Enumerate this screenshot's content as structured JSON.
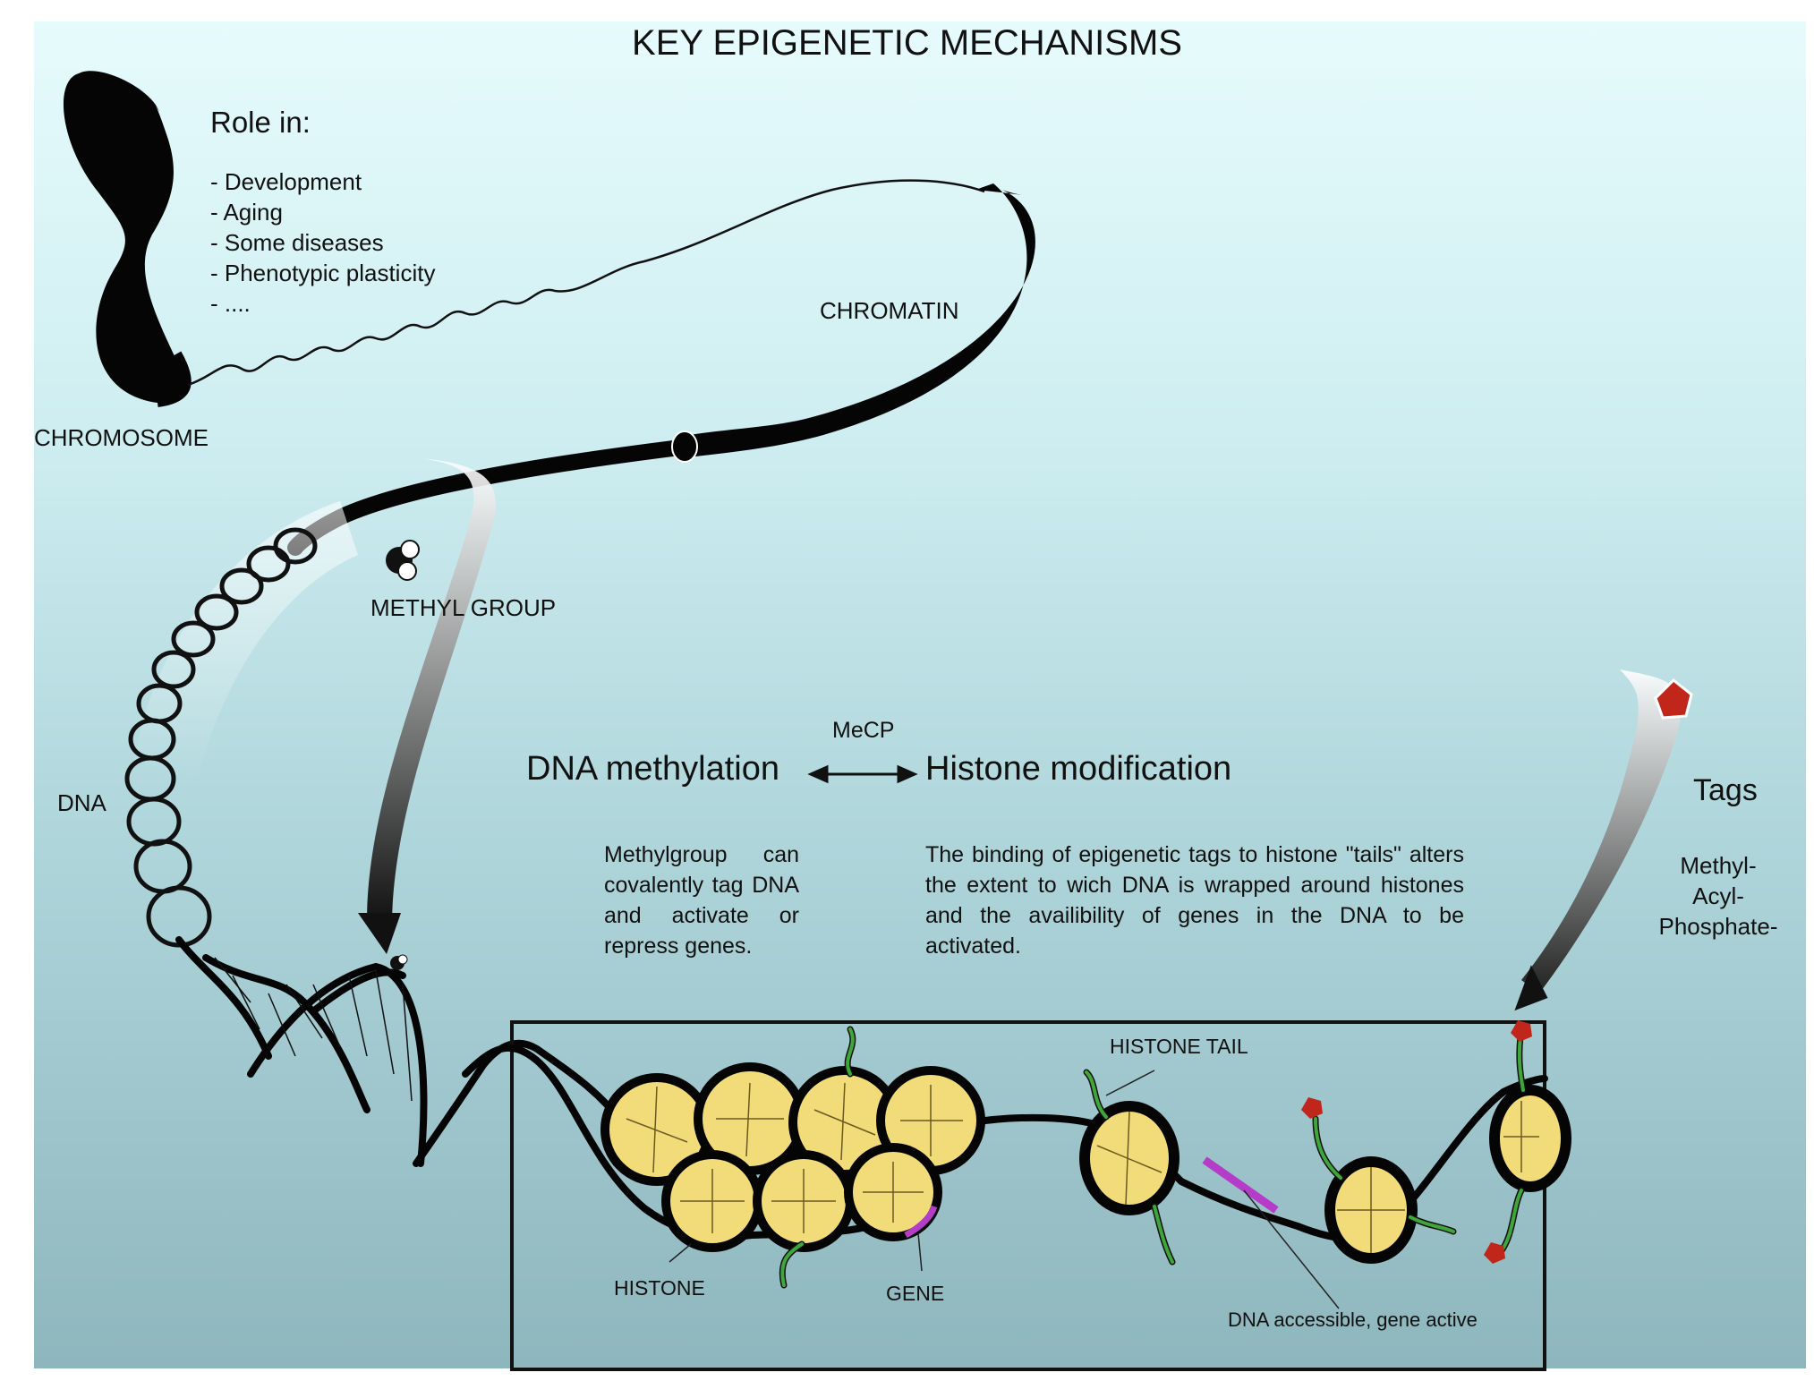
{
  "title": "KEY EPIGENETIC MECHANISMS",
  "role": {
    "heading": "Role in:",
    "items": [
      "- Development",
      "- Aging",
      "- Some diseases",
      "- Phenotypic plasticity",
      "- ...."
    ]
  },
  "labels": {
    "chromosome": "CHROMOSOME",
    "chromatin": "CHROMATIN",
    "methyl_group": "METHYL GROUP",
    "dna": "DNA",
    "histone_tail": "HISTONE TAIL",
    "histone": "HISTONE",
    "gene": "GENE",
    "dna_accessible": "DNA accessible, gene active"
  },
  "mechanisms": {
    "mecp": "MeCP",
    "dna_methylation": "DNA methylation",
    "histone_modification": "Histone modification",
    "dna_methylation_desc": "Methylgroup can covalently tag DNA and activate or repress genes.",
    "histone_modification_desc": "The binding of epigenetic tags to histone \"tails\" alters the extent to wich DNA is wrapped around histones and the availibility of genes in the DNA to be activated."
  },
  "tags": {
    "heading": "Tags",
    "items": [
      "Methyl-",
      "Acyl-",
      "Phosphate-"
    ]
  },
  "colors": {
    "histone_fill": "#f2dc7a",
    "histone_tail": "#3fa63a",
    "gene": "#b43cc8",
    "tag": "#c0261a"
  }
}
